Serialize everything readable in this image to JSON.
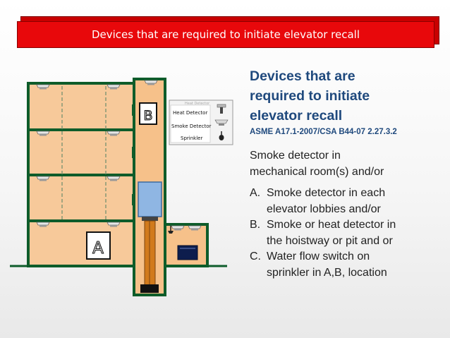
{
  "banner": {
    "title": "Devices that are required to initiate elevator recall"
  },
  "diagram": {
    "label_a": "A",
    "label_b": "B",
    "legend": {
      "partial_heading": "Heat Detector",
      "heat": "Heat Detector",
      "smoke": "Smoke Detector",
      "sprinkler": "Sprinkler"
    }
  },
  "content": {
    "heading_lines": [
      "Devices that are",
      "required to initiate",
      "elevator recall"
    ],
    "reference": "ASME A17.1-2007/CSA B44-07 2.27.3.2",
    "intro_lines": [
      "Smoke detector in",
      "mechanical room(s) and/or"
    ],
    "items": [
      {
        "marker": "A.",
        "lines": [
          "Smoke detector in each",
          "elevator lobbies and/or"
        ]
      },
      {
        "marker": "B.",
        "lines": [
          "Smoke or heat detector in",
          "the hoistway or pit and or"
        ]
      },
      {
        "marker": "C.",
        "lines": [
          "Water flow switch on",
          "sprinkler in A,B, location"
        ]
      }
    ]
  },
  "colors": {
    "banner_red": "#e8080b",
    "floor_fill": "#f7c99a",
    "shaft_fill": "#f6c18a",
    "wall_green": "#0e5c2a",
    "heading_blue": "#1f497d",
    "car_blue": "#8fb6e3",
    "rail_orange": "#d17a1c"
  }
}
